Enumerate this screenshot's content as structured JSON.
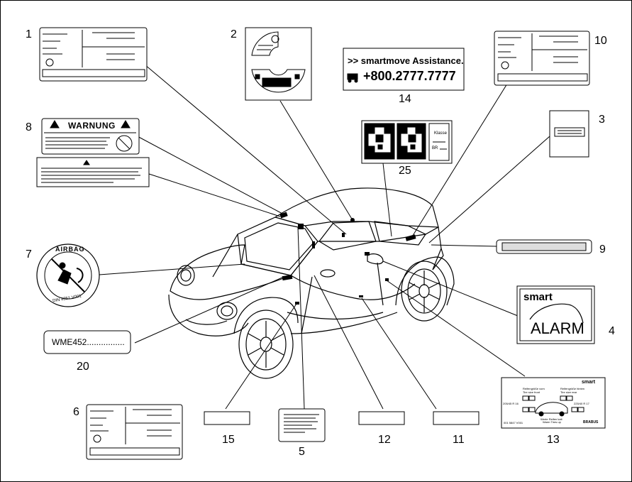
{
  "callouts": {
    "n1": "1",
    "n2": "2",
    "n3": "3",
    "n4": "4",
    "n5": "5",
    "n6": "6",
    "n7": "7",
    "n8": "8",
    "n9": "9",
    "n10": "10",
    "n11": "11",
    "n12": "12",
    "n13": "13",
    "n14": "14",
    "n15": "15",
    "n20": "20",
    "n25": "25"
  },
  "assistance": {
    "line1": ">> smartmove Assistance.",
    "line2": "+800.2777.7777"
  },
  "warning": {
    "title": "WARNUNG"
  },
  "airbag": {
    "text": "AIRBAG",
    "code": "DIN 4351 V001"
  },
  "alarm": {
    "brand": "smart",
    "text": "ALARM"
  },
  "vin": {
    "text": "WME452................"
  },
  "qr": {
    "klasse": "Klasse",
    "br": "BR"
  },
  "tyre": {
    "brand": "smart",
    "left_title": "Reifengröße vorn",
    "left_sub": "Tire size front",
    "right_title": "Reifengröße hinten",
    "right_sub": "Tire size rear",
    "left_size": "205/45 R 16",
    "right_size": "225/40 R 17",
    "pressure_note": "Werte Reifen kalt",
    "pressure_note2": "Warm Tires up",
    "part": "001 5847 V001",
    "logo2": "BRABUS"
  },
  "colors": {
    "line": "#000000",
    "fill": "#ffffff",
    "bar": "#dddddd"
  }
}
